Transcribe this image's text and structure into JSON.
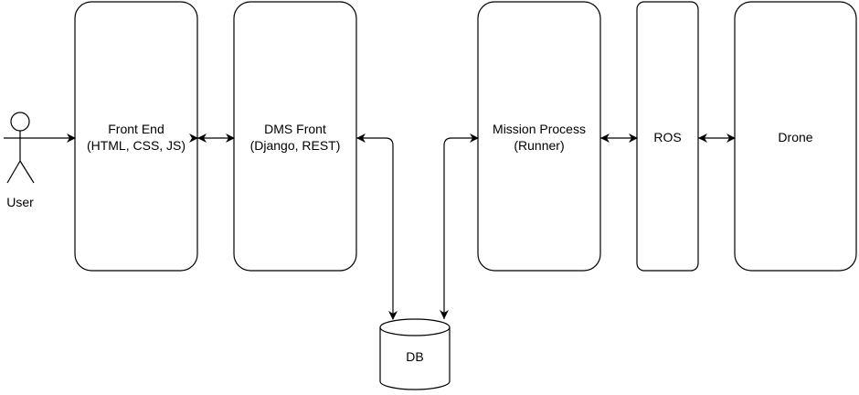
{
  "diagram": {
    "actor": {
      "label": "User"
    },
    "nodes": {
      "front_end": {
        "line1": "Front End",
        "line2": "(HTML, CSS, JS)"
      },
      "dms_front": {
        "line1": "DMS Front",
        "line2": "(Django, REST)"
      },
      "mission_process": {
        "line1": "Mission Process",
        "line2": "(Runner)"
      },
      "ros": {
        "label": "ROS"
      },
      "drone": {
        "label": "Drone"
      },
      "db": {
        "label": "DB"
      }
    },
    "edges": [
      {
        "from": "User",
        "to": "Front End",
        "direction": "one-way"
      },
      {
        "from": "Front End",
        "to": "DMS Front",
        "direction": "two-way"
      },
      {
        "from": "DMS Front",
        "to": "DB",
        "direction": "two-way"
      },
      {
        "from": "DB",
        "to": "Mission Process",
        "direction": "two-way"
      },
      {
        "from": "Mission Process",
        "to": "ROS",
        "direction": "two-way"
      },
      {
        "from": "ROS",
        "to": "Drone",
        "direction": "two-way"
      }
    ]
  }
}
